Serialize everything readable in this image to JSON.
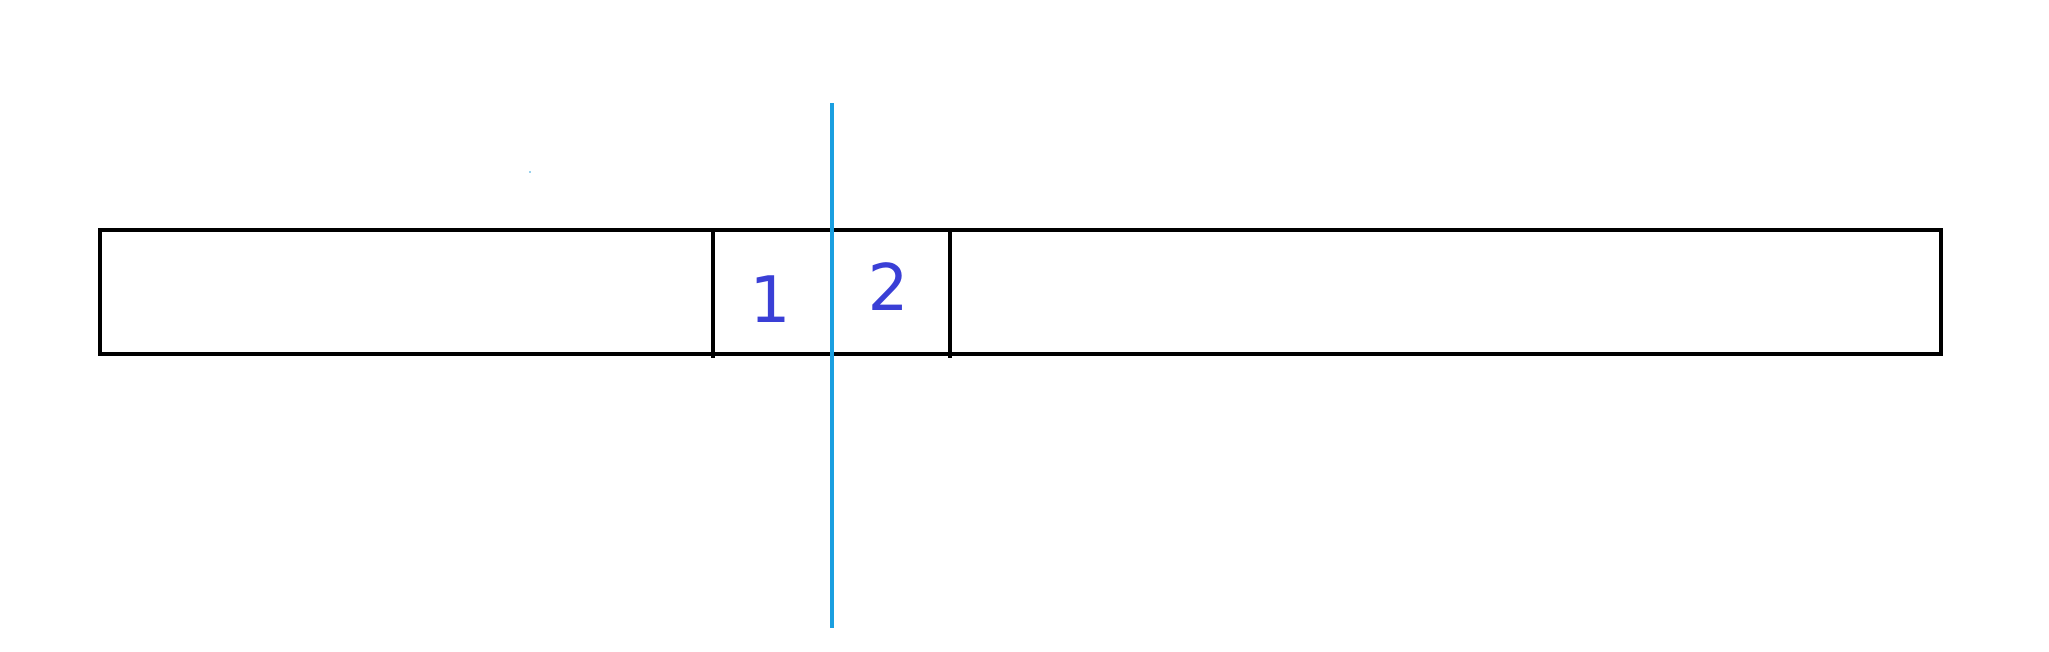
{
  "diagram": {
    "cells": [
      {
        "id": "cell-left",
        "label": ""
      },
      {
        "id": "cell-1",
        "label": "1"
      },
      {
        "id": "cell-2",
        "label": "2"
      },
      {
        "id": "cell-right",
        "label": ""
      }
    ],
    "colors": {
      "outline": "#000000",
      "divider_line": "#1a9fe0",
      "labels": "#3a3fd6",
      "background": "#ffffff"
    }
  }
}
